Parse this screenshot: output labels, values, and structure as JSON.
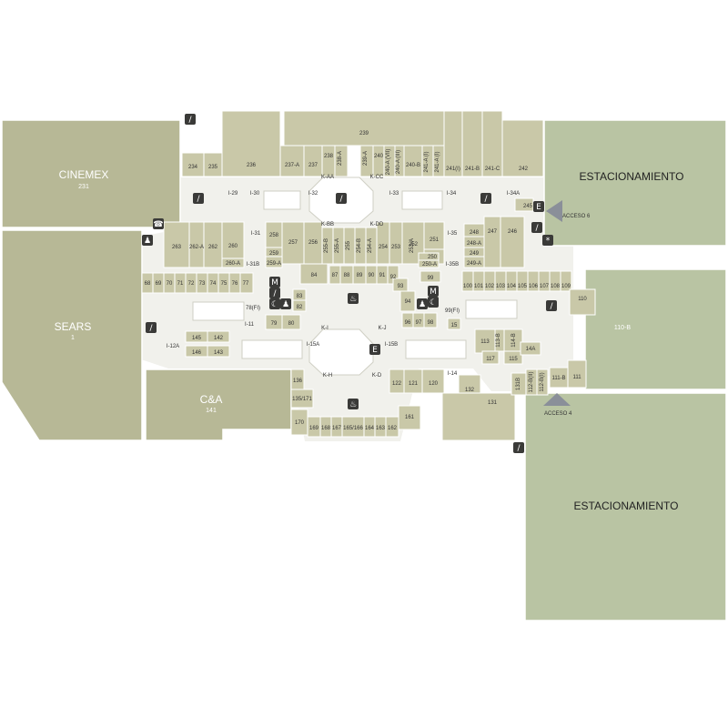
{
  "anchors": {
    "cinemex": {
      "name": "CINEMEX",
      "number": "231"
    },
    "sears": {
      "name": "SEARS",
      "number": "1"
    },
    "ca": {
      "name": "C&A",
      "number": "141"
    }
  },
  "parking": {
    "top": {
      "name": "ESTACIONAMIENTO"
    },
    "bottom": {
      "name": "ESTACIONAMIENTO"
    }
  },
  "accesses": {
    "acceso6": "ACCESO 6",
    "acceso4": "ACCESO 4"
  },
  "stores": {
    "s234": "234",
    "s235": "235",
    "s236": "236",
    "s237a": "237-A",
    "s237": "237",
    "s238": "238",
    "s238a": "238-A",
    "s239": "239",
    "s239a": "239-A",
    "s240": "240",
    "s240a_vii": "240-A (VII)",
    "s240a_iii": "240-A (III)",
    "s240b": "240-B",
    "s241ai": "241-A (I)",
    "s241aii": "241-A (I)",
    "s241i": "241(I)",
    "s241b": "241-B",
    "s241c": "241-C",
    "s242": "242",
    "s245": "245",
    "s263": "263",
    "s262a": "262-A",
    "s262": "262",
    "s260": "260",
    "s260a": "260-A",
    "s258": "258",
    "s257": "257",
    "s256": "256",
    "s255b": "255-B",
    "s255a": "255-A",
    "s255": "255",
    "s254b": "254-B",
    "s254a": "254-A",
    "s254": "254",
    "s253": "253",
    "s253a": "253-A",
    "s252": "252",
    "s251": "251",
    "s250": "250",
    "s250a": "250-A",
    "s248": "248",
    "s248a": "248-A",
    "s249": "249",
    "s249a": "249-A",
    "s247": "247",
    "s246": "246",
    "s259": "259",
    "s259a": "259-A",
    "s68": "68",
    "s69": "69",
    "s70": "70",
    "s71": "71",
    "s72": "72",
    "s73": "73",
    "s74": "74",
    "s75": "75",
    "s76": "76",
    "s77": "77",
    "s84": "84",
    "s87": "87",
    "s88": "88",
    "s89": "89",
    "s90": "90",
    "s91": "91",
    "s92": "92",
    "s93": "93",
    "s94": "94",
    "s96": "96",
    "s97": "97",
    "s98": "98",
    "s99": "99",
    "s99fi": "99(FI)",
    "s78fi": "78(FI)",
    "s79": "79",
    "s80": "80",
    "s82": "82",
    "s83": "83",
    "s15": "15",
    "s100": "100",
    "s101": "101",
    "s102": "102",
    "s103": "103",
    "s104": "104",
    "s105": "105",
    "s106": "106",
    "s107": "107",
    "s108": "108",
    "s109": "109",
    "s110": "110",
    "s110b": "110-B",
    "s111": "111",
    "s111b": "111-B",
    "s113": "113",
    "s113b": "113-B",
    "s114b": "114-B",
    "s115": "115",
    "s117": "117",
    "s14a": "14A",
    "s131": "131",
    "s131b": "131B",
    "s132": "132",
    "s112bii": "112-B(II)",
    "s112bi": "112-B(I)",
    "s120": "120",
    "s121": "121",
    "s122": "122",
    "s136": "136",
    "s135_171": "135/171",
    "s170": "170",
    "s169": "169",
    "s168": "168",
    "s167": "167",
    "s165_166": "165/166",
    "s164": "164",
    "s163": "163",
    "s162": "162",
    "s161": "161",
    "s145": "145",
    "s146": "146",
    "s142": "142",
    "s143": "143"
  },
  "kiosks": {
    "i29": "I-29",
    "i30": "I-30",
    "i32": "I-32",
    "i33": "I-33",
    "i34": "I-34",
    "i34a": "I-34A",
    "i31": "I-31",
    "i31b": "I-31B",
    "i35": "I-35",
    "i35b": "I-35B",
    "i11": "I-11",
    "i12a": "I-12A",
    "i15a": "I-15A",
    "i15b": "I-15B",
    "i14": "I-14",
    "kaa": "K-AA",
    "kcc": "K-CC",
    "kbb": "K-BB",
    "kdd": "K-DD",
    "ki": "K-I",
    "kj": "K-J",
    "kh": "K-H",
    "kd": "K-D"
  },
  "icons": {
    "escalator": "escalator-icon",
    "elevator": "elevator-icon",
    "restroom": "restroom-icon",
    "food": "food-court-icon",
    "medical": "medical-icon",
    "phone": "phone-icon",
    "info": "info-icon",
    "nursery": "nursery-icon"
  },
  "colors": {
    "anchor": "#b7b896",
    "parking": "#b9c4a3",
    "store": "#c9c8a8",
    "floor": "#f1f1ec",
    "icon": "#3a3a38",
    "arrow": "#8a8f99"
  }
}
